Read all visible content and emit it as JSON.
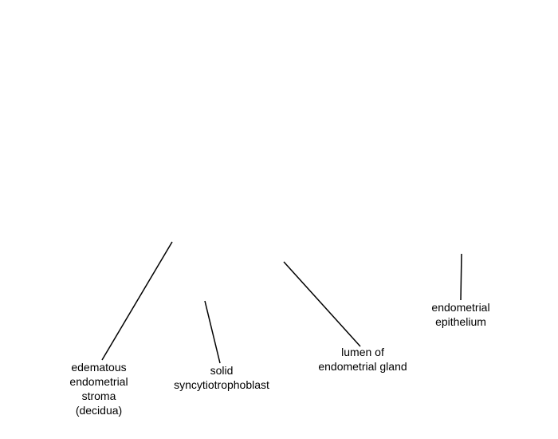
{
  "labels": {
    "stroma": [
      "edematous",
      "endometrial",
      "stroma",
      "(decidua)"
    ],
    "syncytiotrophoblast": [
      "solid",
      "syncytiotrophoblast"
    ],
    "lumen": [
      "lumen of",
      "endometrial gland"
    ],
    "epithelium": [
      "endometrial",
      "epithelium"
    ]
  },
  "colors": {
    "background": "#ffffff",
    "line": "#000000",
    "text": "#000000"
  }
}
